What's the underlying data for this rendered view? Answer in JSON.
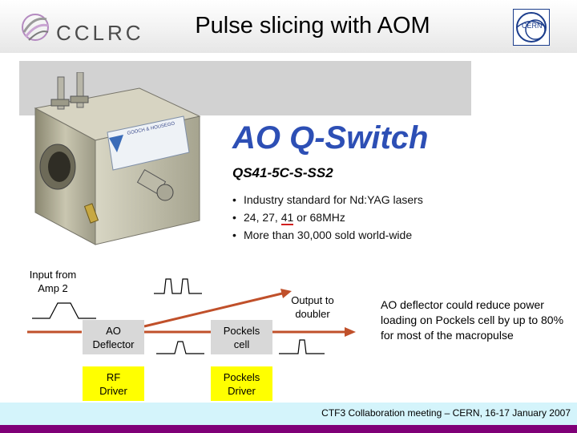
{
  "header": {
    "logo_text": "CCLRC",
    "title": "Pulse slicing with AOM"
  },
  "product": {
    "name": "AO Q-Switch",
    "model": "QS41-5C-S-SS2",
    "device_label": "GOOCH & HOUSEGO",
    "bullets": [
      "Industry standard for Nd:YAG lasers",
      "24, 27, ",
      "41",
      " or 68MHz",
      "More than 30,000 sold world-wide"
    ]
  },
  "diagram": {
    "input_label_1": "Input from",
    "input_label_2": "Amp 2",
    "output_label_1": "Output to",
    "output_label_2": "doubler",
    "ao_deflector_1": "AO",
    "ao_deflector_2": "Deflector",
    "rf_driver_1": "RF",
    "rf_driver_2": "Driver",
    "pockels_cell_1": "Pockels",
    "pockels_cell_2": "cell",
    "pockels_driver_1": "Pockels",
    "pockels_driver_2": "Driver"
  },
  "note": "AO deflector could reduce power loading on Pockels cell by up to 80% for most of the macropulse",
  "footer": {
    "text": "CTF3 Collaboration meeting – CERN, 16-17 January 2007"
  },
  "colors": {
    "title_blue": "#2d4fb5",
    "arrow": "#c0502a",
    "pockels_box": "#ffff00",
    "footer_bg": "#d4f4fb",
    "footer_bar": "#7f0077"
  }
}
